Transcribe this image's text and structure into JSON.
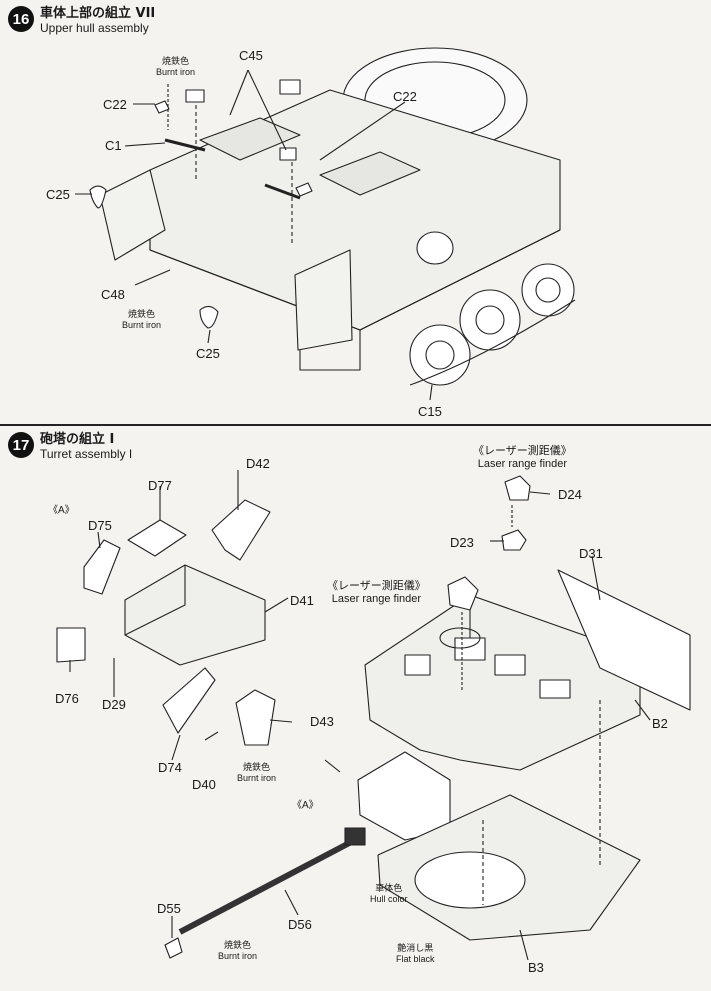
{
  "step16": {
    "number": "16",
    "title_jp": "車体上部の組立 VII",
    "title_en": "Upper hull assembly",
    "parts": {
      "c45": "C45",
      "c22_left": "C22",
      "c22_right": "C22",
      "c1": "C1",
      "c25_left": "C25",
      "c48": "C48",
      "c25_bottom": "C25",
      "c15": "C15"
    },
    "notes": {
      "burnt_top_jp": "焼鉄色",
      "burnt_top_en": "Burnt iron",
      "burnt_mid_jp": "焼鉄色",
      "burnt_mid_en": "Burnt iron"
    }
  },
  "step17": {
    "number": "17",
    "title_jp": "砲塔の組立 I",
    "title_en": "Turret assembly I",
    "parts": {
      "d42": "D42",
      "d77": "D77",
      "a_marker": "《A》",
      "d75": "D75",
      "d41": "D41",
      "d76": "D76",
      "d29": "D29",
      "d43": "D43",
      "d74": "D74",
      "d40": "D40",
      "d24": "D24",
      "d23": "D23",
      "d31": "D31",
      "b2": "B2",
      "a_marker2": "《A》",
      "d55": "D55",
      "d56": "D56",
      "b3": "B3"
    },
    "notes": {
      "laser_top_jp": "《レーザー測距儀》",
      "laser_top_en": "Laser range finder",
      "laser_mid_jp": "《レーザー測距儀》",
      "laser_mid_en": "Laser range finder",
      "burnt_d40_jp": "焼鉄色",
      "burnt_d40_en": "Burnt iron",
      "hull_jp": "車体色",
      "hull_en": "Hull color",
      "flat_jp": "艶消し黒",
      "flat_en": "Flat black",
      "burnt_barrel_jp": "焼鉄色",
      "burnt_barrel_en": "Burnt iron"
    }
  }
}
